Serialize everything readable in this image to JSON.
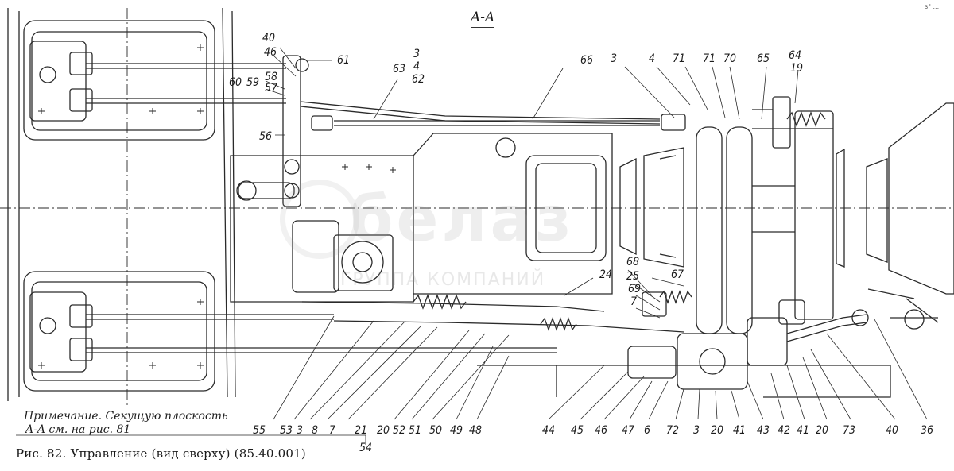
{
  "section_label": "A-A",
  "corner_mark": "з\" ...",
  "watermark": {
    "brand": "белаз",
    "group": "ГРУППА КОМПАНИЙ"
  },
  "note": {
    "line1": "Примечание. Секущую плоскость",
    "line2": "A-A см. на рис. 81"
  },
  "caption": "Рис. 82. Управление (вид сверху) (85.40.001)",
  "callouts_top": [
    "40",
    "46",
    "61",
    "58",
    "60",
    "59",
    "57",
    "56",
    "3",
    "4",
    "62",
    "63",
    "66",
    "3",
    "4",
    "71",
    "71",
    "70",
    "65",
    "64",
    "19"
  ],
  "callouts_mid": [
    "68",
    "25",
    "69",
    "7",
    "67",
    "24"
  ],
  "callouts_bottom": [
    "55",
    "53",
    "3",
    "8",
    "7",
    "21",
    "20",
    "52",
    "51",
    "50",
    "49",
    "48",
    "44",
    "45",
    "46",
    "47",
    "6",
    "72",
    "3",
    "20",
    "41",
    "43",
    "42",
    "41",
    "20",
    "73",
    "40",
    "36"
  ],
  "callout_group_label": "54"
}
